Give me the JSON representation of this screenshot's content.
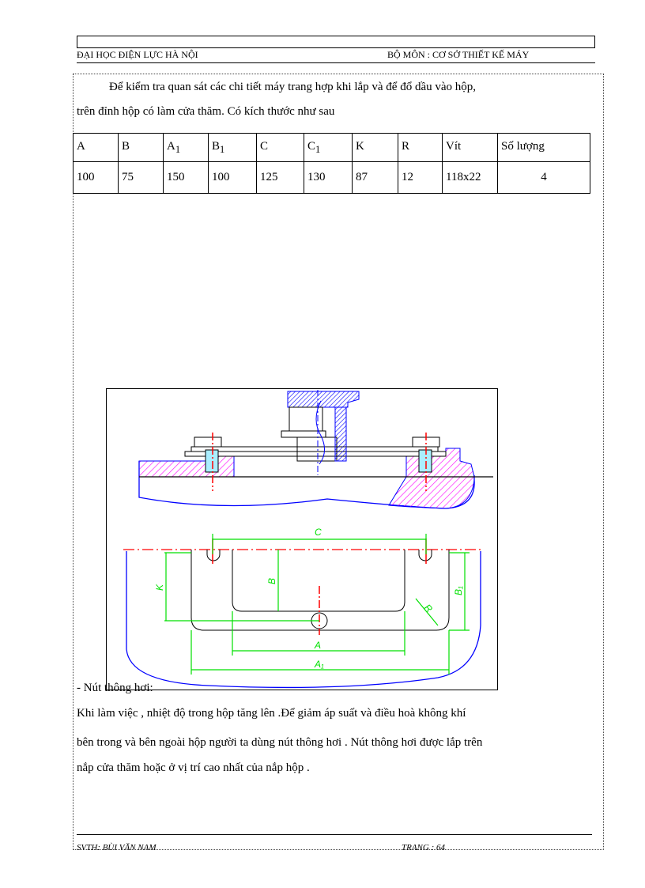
{
  "header": {
    "left": "ĐẠI HỌC ĐIỆN LỰC HÀ NỘI",
    "right": "BỘ MÔN :  CƠ SỞ THIẾT KẾ MÁY"
  },
  "intro": {
    "line1": "Để kiểm tra quan sát các chi tiết máy trang hợp khi lắp và để đổ dầu vào hộp,",
    "line2": "trên đỉnh hộp có làm  cửa thăm.  Có kích thước như sau"
  },
  "table": {
    "headers": [
      "A",
      "B",
      "A",
      "B",
      "C",
      "C",
      "K",
      "R",
      "Vít",
      "Số lượng"
    ],
    "subscripts": [
      "",
      "",
      "1",
      "1",
      "",
      "1",
      "",
      "",
      "",
      ""
    ],
    "values": [
      "100",
      "75",
      "150",
      "100",
      "125",
      "130",
      "87",
      "12",
      "118x22",
      "4"
    ]
  },
  "drawing": {
    "labels": {
      "c": "C",
      "b": "B",
      "k": "K",
      "r": "R",
      "b1": "B₁",
      "a": "A",
      "a1": "A₁"
    },
    "colors": {
      "outline": "#0000ff",
      "hatch": "#ff00ff",
      "dimension": "#00e000",
      "center": "#ff0000"
    }
  },
  "vent": {
    "heading": "- Nút thông hơi:",
    "line1": "Khi làm việc , nhiệt  độ trong hộp tăng lên .Để giảm áp suất và điều hoà không khí",
    "line2": "bên trong và bên ngoài hộp người ta dùng nút thông hơi . Nút thông hơi được lắp trên",
    "line3": "nắp cửa thăm hoặc ở vị trí cao nhất  của nắp hộp ."
  },
  "footer": {
    "left": "SVTH:  BÙI VĂN NAM",
    "right": "TRANG :  64"
  }
}
